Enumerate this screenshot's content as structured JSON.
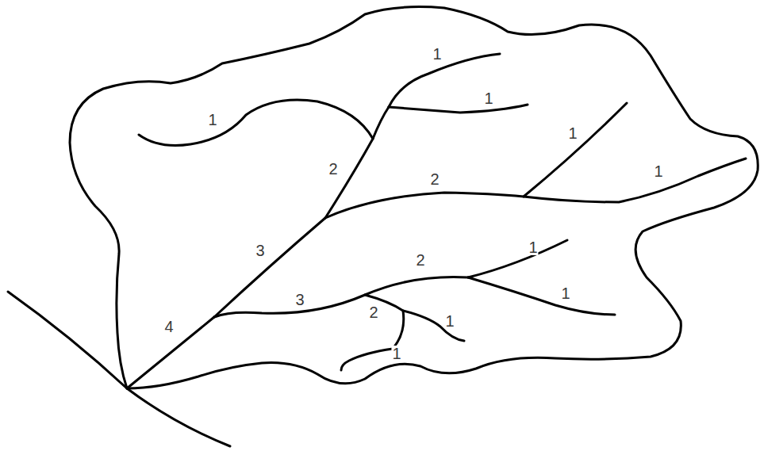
{
  "diagram": {
    "labels": [
      "1",
      "1",
      "1",
      "1",
      "2",
      "2",
      "1",
      "3",
      "1",
      "2",
      "1",
      "3",
      "2",
      "1",
      "4",
      "1"
    ]
  }
}
